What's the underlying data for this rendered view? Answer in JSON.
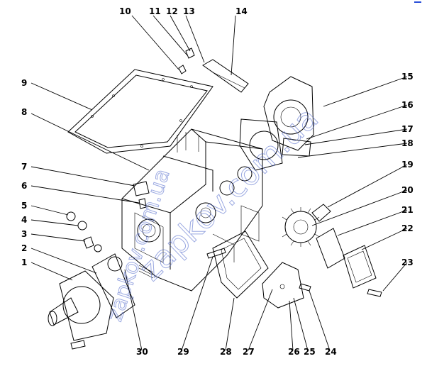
{
  "diagram": {
    "callouts": [
      "1",
      "2",
      "3",
      "4",
      "5",
      "6",
      "7",
      "8",
      "9",
      "10",
      "11",
      "12",
      "13",
      "14",
      "15",
      "16",
      "17",
      "18",
      "19",
      "20",
      "21",
      "22",
      "23",
      "24",
      "25",
      "26",
      "27",
      "28",
      "29",
      "30"
    ]
  },
  "watermark": {
    "text_upper": "zapkov.com.ua",
    "text_lower": "zapkov.com.ua",
    "color": "#4a63c9"
  },
  "corner_mark": {
    "color": "#2a4fd8"
  }
}
